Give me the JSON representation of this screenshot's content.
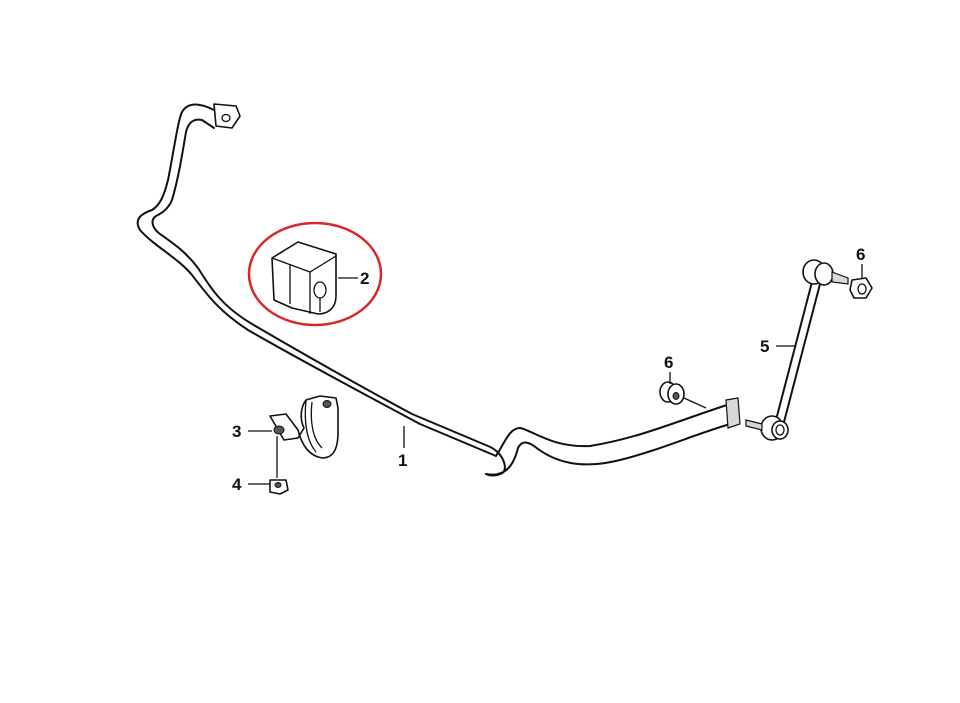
{
  "diagram": {
    "type": "exploded parts diagram",
    "subject": "front stabilizer (anti-roll) bar assembly",
    "background_color": "#ffffff",
    "line_color": "#111111",
    "highlight": {
      "color": "#d9262e",
      "shape": "ellipse",
      "target_callout": "2"
    },
    "callouts": [
      {
        "id": "c1",
        "label": "1",
        "part": "stabilizer bar"
      },
      {
        "id": "c2",
        "label": "2",
        "part": "rubber mounting bushing",
        "highlighted": true
      },
      {
        "id": "c3",
        "label": "3",
        "part": "bushing bracket / clamp"
      },
      {
        "id": "c4",
        "label": "4",
        "part": "flange nut"
      },
      {
        "id": "c5",
        "label": "5",
        "part": "stabilizer link"
      },
      {
        "id": "c6a",
        "label": "6",
        "part": "self-locking nut (bar end)"
      },
      {
        "id": "c6b",
        "label": "6",
        "part": "self-locking nut (upper link end)"
      }
    ]
  }
}
